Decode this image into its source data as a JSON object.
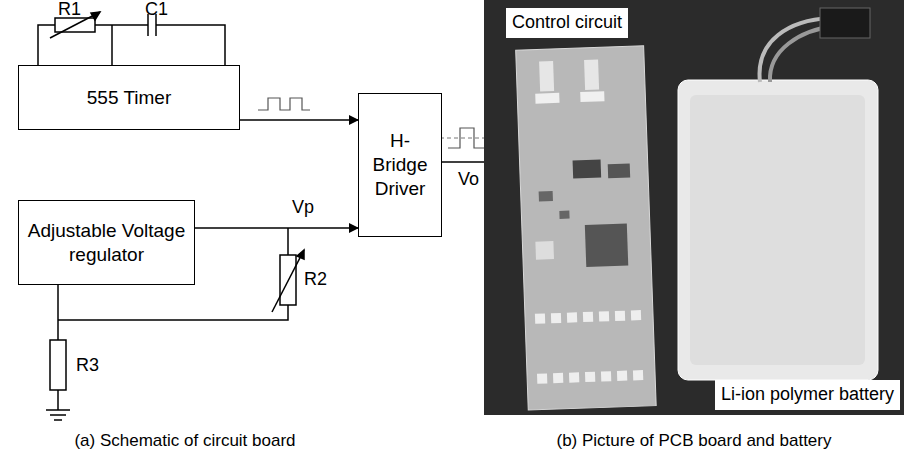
{
  "diagram": {
    "nodes": [
      {
        "text": [
          "555 Timer"
        ]
      },
      {
        "text": [
          "H-Bridge Driver"
        ]
      },
      {
        "text": [
          "Adjustable Voltage regulator"
        ]
      }
    ],
    "edges": [
      {
        "from": 0,
        "to": 1,
        "arrow": "to"
      },
      {
        "from": 2,
        "to": 1,
        "label": "Vp",
        "arrow": "to"
      }
    ],
    "labels": [
      "R1",
      "C1",
      "Vo",
      "R2",
      "R3",
      "(a) Schematic of circuit board",
      "(b) Picture of PCB board and battery",
      "Control circuit",
      "Li-ion polymer battery"
    ]
  }
}
